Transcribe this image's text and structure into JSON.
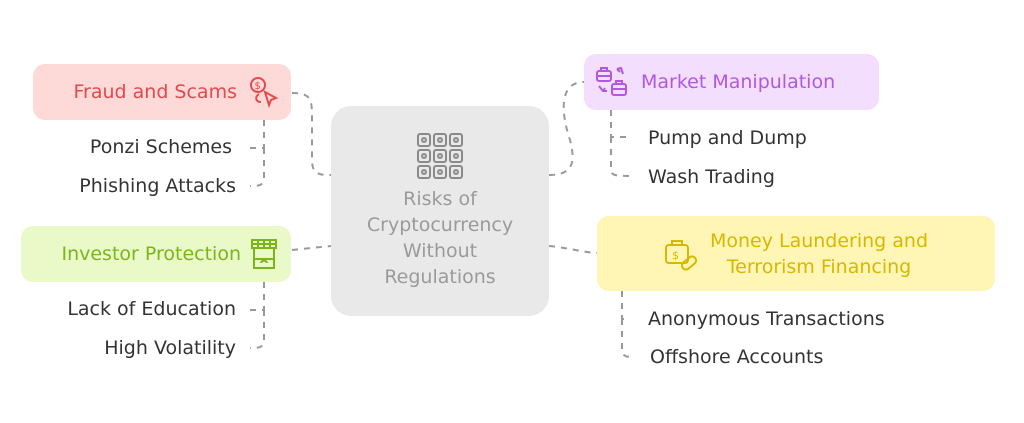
{
  "center": {
    "title_lines": [
      "Risks of",
      "Cryptocurrency",
      "Without",
      "Regulations"
    ],
    "icon": "blockchain-grid-icon"
  },
  "branches": {
    "fraud": {
      "label": "Fraud and Scams",
      "icon": "dollar-cursor-icon",
      "color": "#e5484d",
      "bg": "#fdd9d7",
      "items": [
        "Ponzi Schemes",
        "Phishing Attacks"
      ]
    },
    "investor": {
      "label": "Investor Protection",
      "icon": "storefront-icon",
      "color": "#7cb518",
      "bg": "#e9fac8",
      "items": [
        "Lack of Education",
        "High Volatility"
      ]
    },
    "market": {
      "label": "Market Manipulation",
      "icon": "briefcase-exchange-icon",
      "color": "#b258e0",
      "bg": "#f3defd",
      "items": [
        "Pump and Dump",
        "Wash Trading"
      ]
    },
    "money": {
      "label_lines": [
        "Money Laundering and",
        "Terrorism Financing"
      ],
      "icon": "money-bag-pill-icon",
      "color": "#d6b800",
      "bg": "#fff6b5",
      "items": [
        "Anonymous Transactions",
        "Offshore Accounts"
      ]
    }
  }
}
